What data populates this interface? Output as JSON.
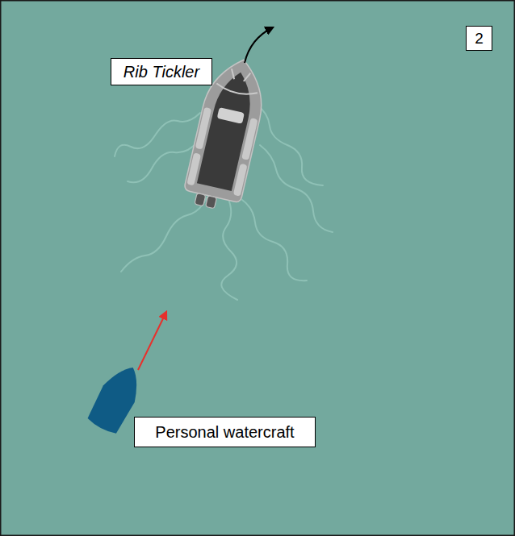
{
  "diagram": {
    "nodes": [
      {
        "text": [
          "2"
        ]
      },
      {
        "text": [
          "Rib Tickler"
        ]
      },
      {
        "text": [
          "Personal watercraft"
        ]
      }
    ]
  }
}
